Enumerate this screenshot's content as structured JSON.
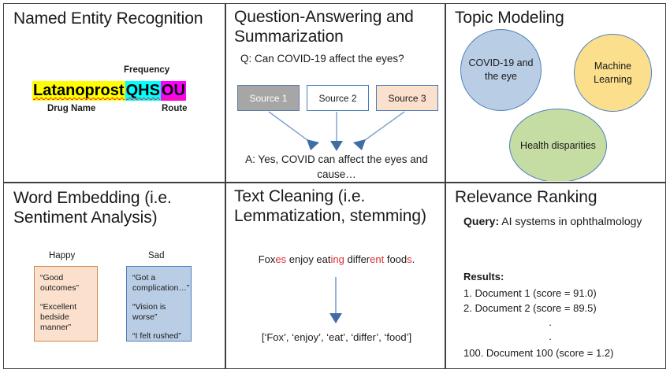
{
  "figure": {
    "border_color": "#3f3f3f",
    "background": "#ffffff"
  },
  "panels": {
    "ner": {
      "title": "Named Entity Recognition",
      "frequency_label": "Frequency",
      "entities": [
        {
          "text": "Latanoprost",
          "highlight": "#ffff00",
          "role": "drug"
        },
        {
          "text": "QHS",
          "highlight": "#00ffff",
          "role": "frequency"
        },
        {
          "text": "OU",
          "highlight": "#ff00ff",
          "role": "route"
        }
      ],
      "drug_label": "Drug Name",
      "route_label": "Route"
    },
    "qa": {
      "title": "Question-Answering and Summarization",
      "question": "Q: Can COVID-19 affect the eyes?",
      "sources": [
        {
          "label": "Source 1",
          "fill": "#a6a6a6",
          "text_color": "#ffffff"
        },
        {
          "label": "Source 2",
          "fill": "#ffffff",
          "text_color": "#1a1a1a"
        },
        {
          "label": "Source 3",
          "fill": "#fbe0cd",
          "text_color": "#1a1a1a"
        }
      ],
      "answer": "A: Yes, COVID can affect the eyes and cause…",
      "arrow_color": "#4e81bd"
    },
    "topic": {
      "title": "Topic Modeling",
      "circles": [
        {
          "label": "COVID-19 and the eye",
          "fill": "#b9cde5",
          "stroke": "#4e81bd"
        },
        {
          "label": "Machine Learning",
          "fill": "#fbdf8d",
          "stroke": "#4e81bd"
        },
        {
          "label": "Health disparities",
          "fill": "#c5dca3",
          "stroke": "#4e81bd"
        }
      ]
    },
    "word_embedding": {
      "title": "Word Embedding (i.e. Sentiment Analysis)",
      "columns": [
        {
          "label": "Happy",
          "fill": "#fbe0cd",
          "stroke": "#d08a4c",
          "quotes": [
            "“Good outcomes”",
            "“Excellent bedside manner”"
          ]
        },
        {
          "label": "Sad",
          "fill": "#b9cde5",
          "stroke": "#4e81bd",
          "quotes": [
            "“Got a complication…”",
            "“Vision is worse”",
            "“I felt rushed”"
          ]
        }
      ]
    },
    "text_cleaning": {
      "title": "Text Cleaning (i.e. Lemmatization, stemming)",
      "sentence_parts": [
        {
          "text": "Fox",
          "highlighted": false
        },
        {
          "text": "es",
          "highlighted": true
        },
        {
          "text": " enjoy eat",
          "highlighted": false
        },
        {
          "text": "ing",
          "highlighted": true
        },
        {
          "text": " differ",
          "highlighted": false
        },
        {
          "text": "ent",
          "highlighted": true
        },
        {
          "text": " food",
          "highlighted": false
        },
        {
          "text": "s",
          "highlighted": true
        },
        {
          "text": ".",
          "highlighted": false
        }
      ],
      "suffix_color": "#e02b2b",
      "output": "[‘Fox’, ‘enjoy’, ‘eat’, ‘differ’, ‘food’]",
      "arrow_color": "#4e81bd"
    },
    "relevance": {
      "title": "Relevance Ranking",
      "query_label": "Query:",
      "query_text": " AI systems in ophthalmology",
      "results_label": "Results:",
      "results": [
        "1. Document 1 (score = 91.0)",
        "2. Document 2 (score = 89.5)"
      ],
      "ellipsis_dots": ".\n.",
      "last_result": "100. Document 100 (score = 1.2)"
    }
  }
}
